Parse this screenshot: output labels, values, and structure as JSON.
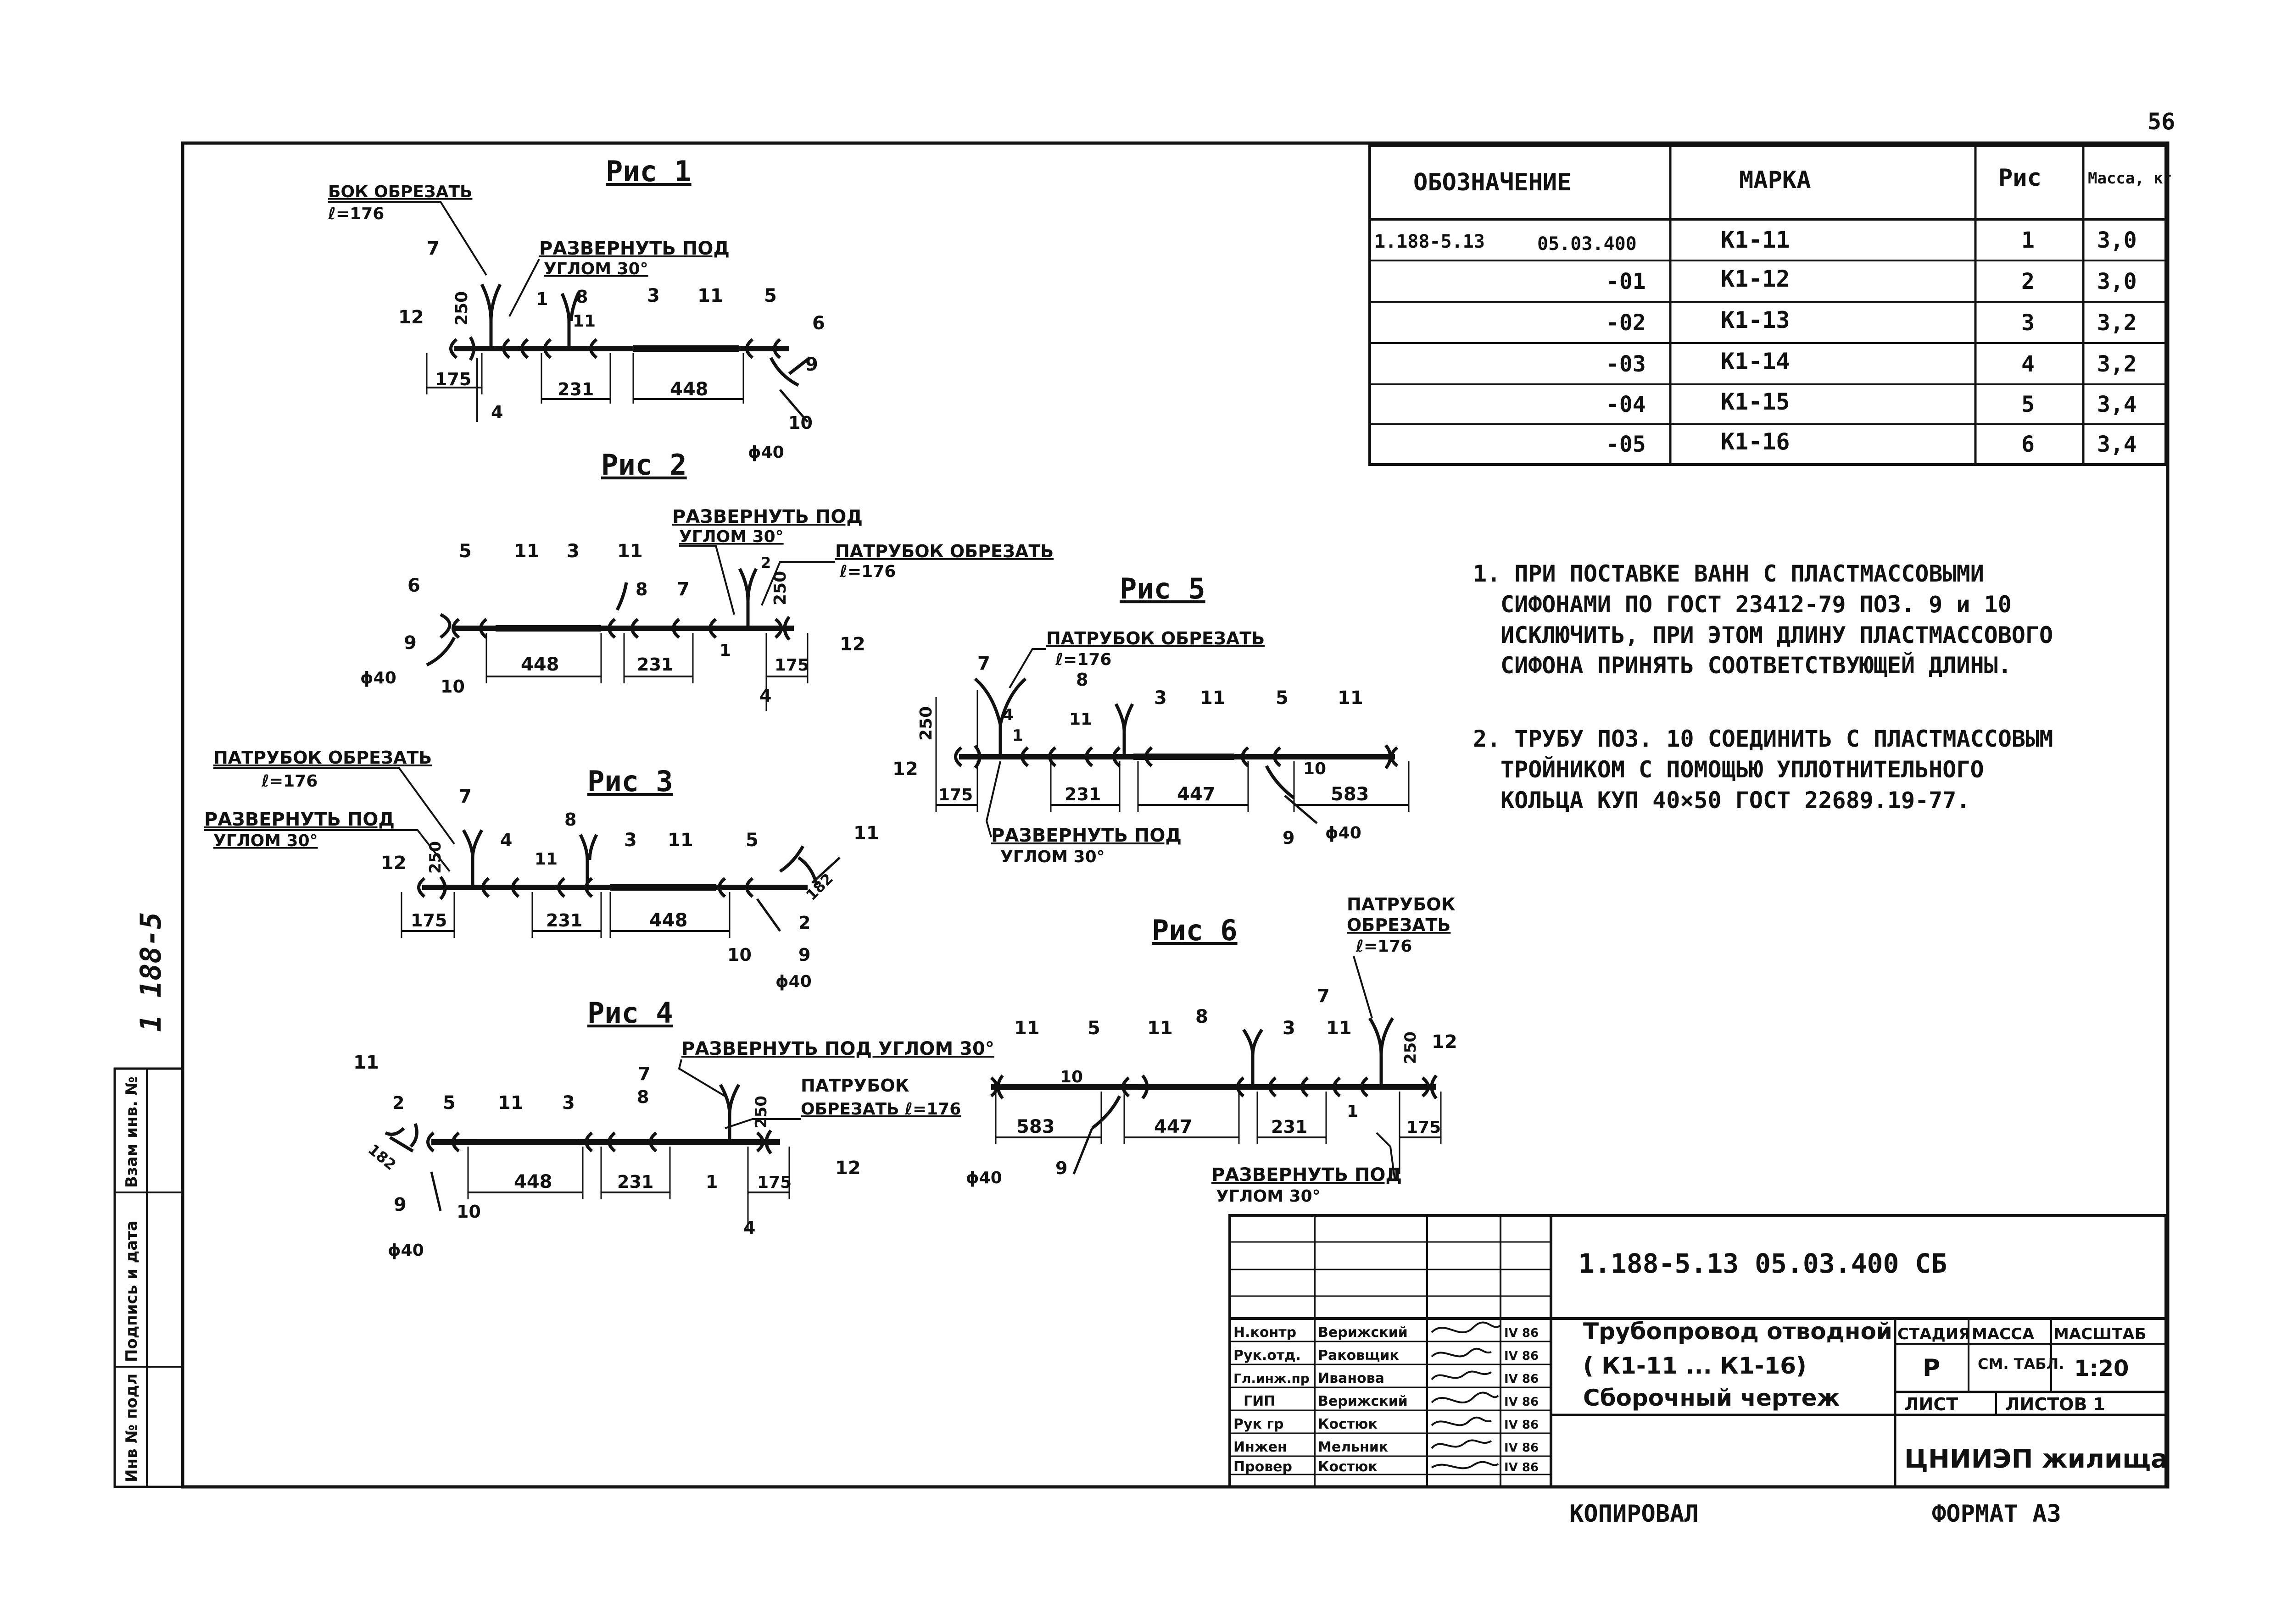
{
  "sheet_number": "56",
  "side_label": "1 188-5",
  "figures": {
    "fig1": {
      "title": "Рис 1",
      "notes": [
        "БОК ОБРЕЗАТЬ",
        "ℓ=176",
        "РАЗВЕРНУТЬ ПОД",
        "УГЛОМ 30°"
      ],
      "dims": [
        "175",
        "231",
        "448",
        "250",
        "ϕ40"
      ],
      "pos": [
        "12",
        "7",
        "1",
        "8",
        "11",
        "3",
        "11",
        "5",
        "6",
        "9",
        "10",
        "4"
      ]
    },
    "fig2": {
      "title": "Рис 2",
      "notes": [
        "РАЗВЕРНУТЬ ПОД",
        "УГЛОМ 30°",
        "ПАТРУБОК ОБРЕЗАТЬ",
        "ℓ=176"
      ],
      "dims": [
        "448",
        "231",
        "175",
        "250",
        "ϕ40"
      ],
      "pos": [
        "6",
        "5",
        "11",
        "3",
        "11",
        "8",
        "7",
        "9",
        "10",
        "12",
        "1",
        "4",
        "2"
      ]
    },
    "fig3": {
      "title": "Рис 3",
      "notes": [
        "ПАТРУБОК ОБРЕЗАТЬ",
        "ℓ=176",
        "РАЗВЕРНУТЬ ПОД",
        "УГЛОМ 30°"
      ],
      "dims": [
        "175",
        "231",
        "448",
        "182",
        "250",
        "ϕ40"
      ],
      "pos": [
        "12",
        "7",
        "4",
        "11",
        "8",
        "3",
        "11",
        "5",
        "11",
        "2",
        "10",
        "9"
      ]
    },
    "fig4": {
      "title": "Рис 4",
      "notes": [
        "РАЗВЕРНУТЬ ПОД УГЛОМ 30°",
        "ПАТРУБОК",
        "ОБРЕЗАТЬ ℓ=176"
      ],
      "dims": [
        "182",
        "448",
        "231",
        "175",
        "250",
        "ϕ40"
      ],
      "pos": [
        "11",
        "2",
        "5",
        "11",
        "3",
        "7",
        "8",
        "1",
        "12",
        "9",
        "10",
        "4"
      ]
    },
    "fig5": {
      "title": "Рис 5",
      "notes": [
        "ПАТРУБОК ОБРЕЗАТЬ",
        "ℓ=176",
        "РАЗВЕРНУТЬ ПОД",
        "УГЛОМ 30°"
      ],
      "dims": [
        "175",
        "231",
        "447",
        "583",
        "250",
        "ϕ40"
      ],
      "pos": [
        "7",
        "8",
        "11",
        "3",
        "11",
        "5",
        "11",
        "12",
        "10",
        "9",
        "1",
        "4"
      ]
    },
    "fig6": {
      "title": "Рис 6",
      "notes": [
        "ПАТРУБОК",
        "ОБРЕЗАТЬ",
        "ℓ=176",
        "РАЗВЕРНУТЬ ПОД",
        "УГЛОМ 30°"
      ],
      "dims": [
        "583",
        "447",
        "231",
        "175",
        "250",
        "ϕ40"
      ],
      "pos": [
        "11",
        "5",
        "11",
        "8",
        "3",
        "11",
        "7",
        "12",
        "10",
        "9",
        "1"
      ]
    }
  },
  "spec_table": {
    "headers": [
      "ОБОЗНАЧЕНИЕ",
      "МАРКА",
      "Рис",
      "Масса, кг"
    ],
    "rows": [
      {
        "designation": "1.188-5.13",
        "code": "05.03.400",
        "mark": "К1-11",
        "fig": "1",
        "mass": "3,0"
      },
      {
        "designation": "",
        "code": "-01",
        "mark": "К1-12",
        "fig": "2",
        "mass": "3,0"
      },
      {
        "designation": "",
        "code": "-02",
        "mark": "К1-13",
        "fig": "3",
        "mass": "3,2"
      },
      {
        "designation": "",
        "code": "-03",
        "mark": "К1-14",
        "fig": "4",
        "mass": "3,2"
      },
      {
        "designation": "",
        "code": "-04",
        "mark": "К1-15",
        "fig": "5",
        "mass": "3,4"
      },
      {
        "designation": "",
        "code": "-05",
        "mark": "К1-16",
        "fig": "6",
        "mass": "3,4"
      }
    ]
  },
  "notes_block": {
    "note1": [
      "1. ПРИ ПОСТАВКЕ ВАНН С ПЛАСТМАССОВЫМИ",
      "СИФОНАМИ ПО ГОСТ 23412-79 ПОЗ. 9 и 10",
      "ИСКЛЮЧИТЬ, ПРИ ЭТОМ ДЛИНУ ПЛАСТМАССОВОГО",
      "СИФОНА ПРИНЯТЬ СООТВЕТСТВУЮЩЕЙ ДЛИНЫ."
    ],
    "note2": [
      "2. ТРУБУ ПОЗ. 10 СОЕДИНИТЬ С ПЛАСТМАССОВЫМ",
      "ТРОЙНИКОМ С ПОМОЩЬЮ УПЛОТНИТЕЛЬНОГО",
      "КОЛЬЦА КУП 40×50 ГОСТ 22689.19-77."
    ]
  },
  "title_block": {
    "doc_code": "1.188-5.13 05.03.400 СБ",
    "title_lines": [
      "Трубопровод отводной",
      "( К1-11 ... К1-16)",
      "Сборочный чертеж"
    ],
    "stage_label": "СТАДИЯ",
    "mass_label": "МАССА",
    "scale_label": "МАСШТАБ",
    "stage": "Р",
    "mass": "СМ. ТАБЛ.",
    "scale": "1:20",
    "sheet_label": "ЛИСТ",
    "sheets_label": "ЛИСТОВ 1",
    "org": "ЦНИИЭП жилища",
    "staff": [
      {
        "role": "Н.контр",
        "name": "Верижский",
        "date": "IV 86"
      },
      {
        "role": "Рук.отд.",
        "name": "Раковщик",
        "date": "IV 86"
      },
      {
        "role": "Гл.инж.пр",
        "name": "Иванова",
        "date": "IV 86"
      },
      {
        "role": "ГИП",
        "name": "Верижский",
        "date": "IV 86"
      },
      {
        "role": "Рук гр",
        "name": "Костюк",
        "date": "IV 86"
      },
      {
        "role": "Инжен",
        "name": "Мельник",
        "date": "IV 86"
      },
      {
        "role": "Провер",
        "name": "Костюк",
        "date": "IV 86"
      }
    ]
  },
  "left_strip": {
    "labels": [
      "Инв № подл",
      "Подпись и дата",
      "Взам инв. №"
    ]
  },
  "footer": {
    "copied": "КОПИРОВАЛ",
    "format": "ФОРМАТ А3"
  }
}
